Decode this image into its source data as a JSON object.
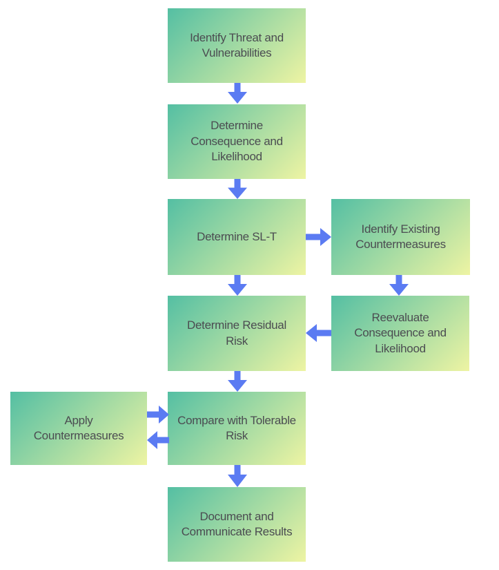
{
  "colors": {
    "background": "#ffffff",
    "node-gradient-start": "#54bfa3",
    "node-gradient-end": "#eef4a3",
    "arrow-color": "#5b7bf2",
    "node-text": "#4b4c51"
  },
  "diagram_type": "flowchart",
  "nodes": [
    {
      "id": "identify-threat",
      "label": "Identify Threat and\nVulnerabilities"
    },
    {
      "id": "determine-consequence-likelihood",
      "label": "Determine\nConsequence and\nLikelihood"
    },
    {
      "id": "determine-sl-t",
      "label": "Determine SL-T"
    },
    {
      "id": "identify-existing-countermeasures",
      "label": "Identify Existing\nCountermeasures"
    },
    {
      "id": "determine-residual-risk",
      "label": "Determine Residual\nRisk"
    },
    {
      "id": "reevaluate-consequence-likelihood",
      "label": "Reevaluate\nConsequence and\nLikelihood"
    },
    {
      "id": "apply-countermeasures",
      "label": "Apply\nCountermeasures"
    },
    {
      "id": "compare-tolerable-risk",
      "label": "Compare with Tolerable\nRisk"
    },
    {
      "id": "document-communicate-results",
      "label": "Document and\nCommunicate Results"
    }
  ],
  "edges": [
    {
      "from": "identify-threat",
      "to": "determine-consequence-likelihood",
      "direction": "down"
    },
    {
      "from": "determine-consequence-likelihood",
      "to": "determine-sl-t",
      "direction": "down"
    },
    {
      "from": "determine-sl-t",
      "to": "identify-existing-countermeasures",
      "direction": "right"
    },
    {
      "from": "determine-sl-t",
      "to": "determine-residual-risk",
      "direction": "down"
    },
    {
      "from": "identify-existing-countermeasures",
      "to": "reevaluate-consequence-likelihood",
      "direction": "down"
    },
    {
      "from": "reevaluate-consequence-likelihood",
      "to": "determine-residual-risk",
      "direction": "left"
    },
    {
      "from": "determine-residual-risk",
      "to": "compare-tolerable-risk",
      "direction": "down"
    },
    {
      "from": "apply-countermeasures",
      "to": "compare-tolerable-risk",
      "direction": "right"
    },
    {
      "from": "compare-tolerable-risk",
      "to": "apply-countermeasures",
      "direction": "left"
    },
    {
      "from": "compare-tolerable-risk",
      "to": "document-communicate-results",
      "direction": "down"
    }
  ]
}
